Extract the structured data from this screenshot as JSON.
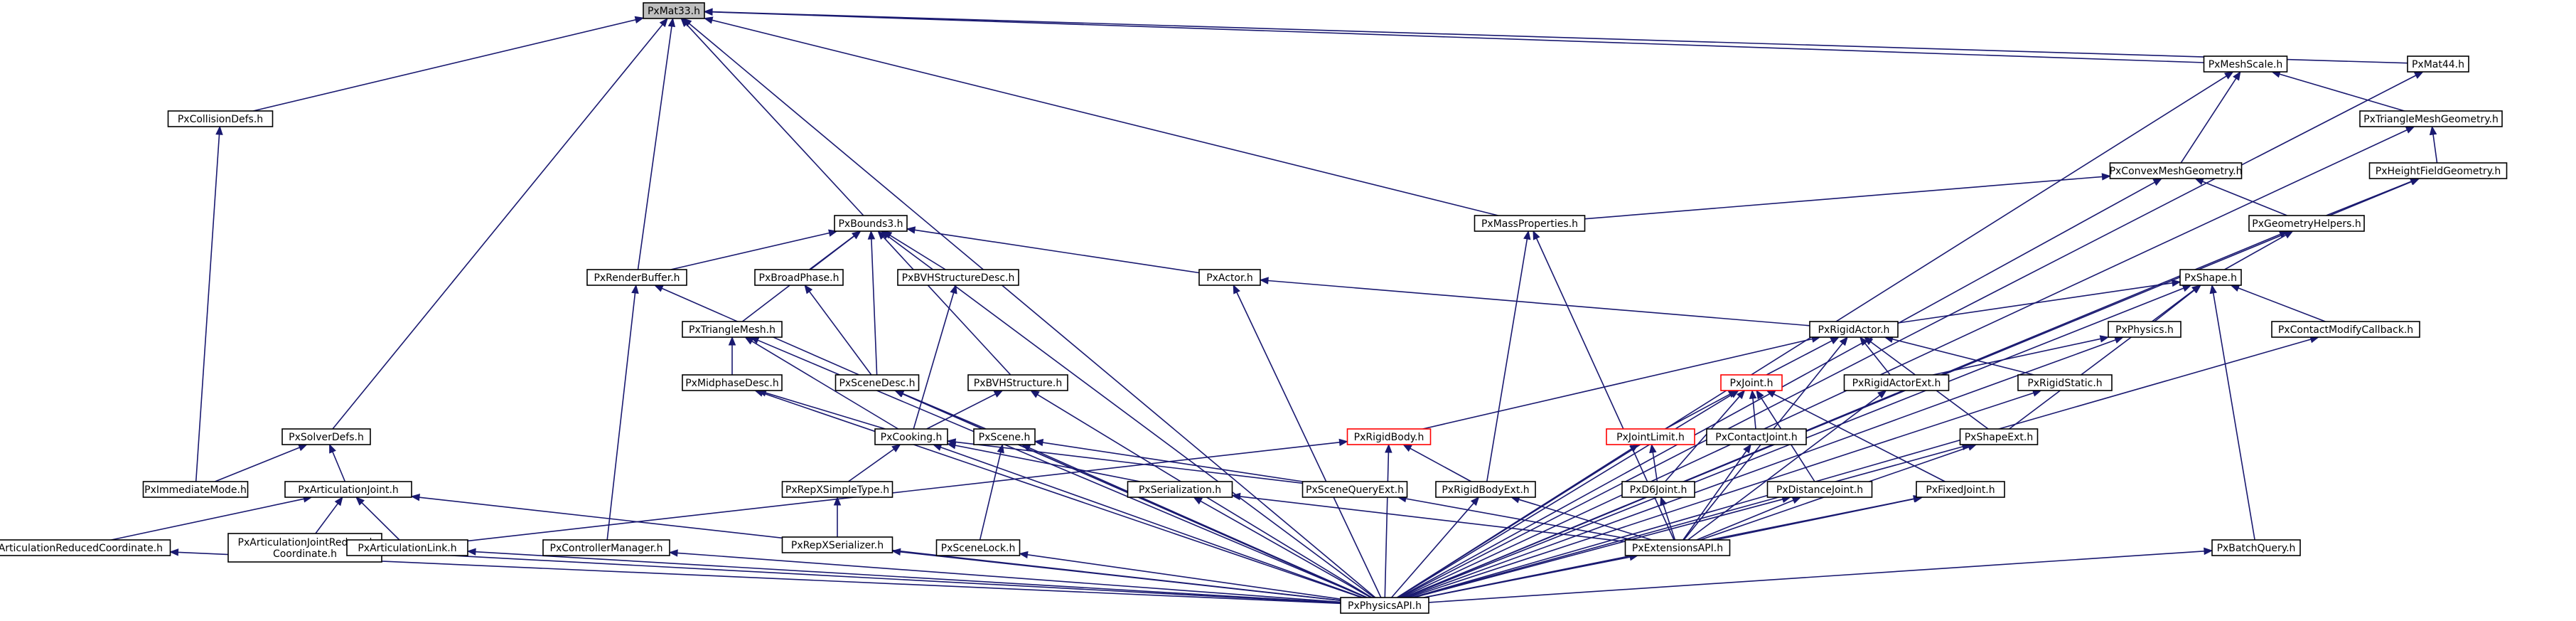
{
  "graph": {
    "nodes": [
      {
        "id": "pxmat33",
        "lines": [
          "PxMat33.h"
        ],
        "root": true
      },
      {
        "id": "pxmeshscale",
        "lines": [
          "PxMeshScale.h"
        ]
      },
      {
        "id": "pxmat44",
        "lines": [
          "PxMat44.h"
        ]
      },
      {
        "id": "pxcollisiondefs",
        "lines": [
          "PxCollisionDefs.h"
        ]
      },
      {
        "id": "pxtrianglemeshgeometry",
        "lines": [
          "PxTriangleMeshGeometry.h"
        ]
      },
      {
        "id": "pxconvexmeshgeometry",
        "lines": [
          "PxConvexMeshGeometry.h"
        ]
      },
      {
        "id": "pxheightfieldgeometry",
        "lines": [
          "PxHeightFieldGeometry.h"
        ]
      },
      {
        "id": "pxbounds3",
        "lines": [
          "PxBounds3.h"
        ]
      },
      {
        "id": "pxmassproperties",
        "lines": [
          "PxMassProperties.h"
        ]
      },
      {
        "id": "pxgeometryhelpers",
        "lines": [
          "PxGeometryHelpers.h"
        ]
      },
      {
        "id": "pxrenderbuffer",
        "lines": [
          "PxRenderBuffer.h"
        ]
      },
      {
        "id": "pxbroadphase",
        "lines": [
          "PxBroadPhase.h"
        ]
      },
      {
        "id": "pxbvhstructuredesc",
        "lines": [
          "PxBVHStructureDesc.h"
        ]
      },
      {
        "id": "pxactor",
        "lines": [
          "PxActor.h"
        ]
      },
      {
        "id": "pxshape",
        "lines": [
          "PxShape.h"
        ]
      },
      {
        "id": "pxtrianglemesh",
        "lines": [
          "PxTriangleMesh.h"
        ]
      },
      {
        "id": "pxrigidactor",
        "lines": [
          "PxRigidActor.h"
        ]
      },
      {
        "id": "pxphysics",
        "lines": [
          "PxPhysics.h"
        ]
      },
      {
        "id": "pxcontactmodifycallback",
        "lines": [
          "PxContactModifyCallback.h"
        ]
      },
      {
        "id": "pxmidphasedesc",
        "lines": [
          "PxMidphaseDesc.h"
        ]
      },
      {
        "id": "pxscenedesc",
        "lines": [
          "PxSceneDesc.h"
        ]
      },
      {
        "id": "pxbvhstructure",
        "lines": [
          "PxBVHStructure.h"
        ]
      },
      {
        "id": "pxjoint",
        "lines": [
          "PxJoint.h"
        ],
        "red": true
      },
      {
        "id": "pxrigidactorext",
        "lines": [
          "PxRigidActorExt.h"
        ]
      },
      {
        "id": "pxrigidstatic",
        "lines": [
          "PxRigidStatic.h"
        ]
      },
      {
        "id": "pxsolverdefs",
        "lines": [
          "PxSolverDefs.h"
        ]
      },
      {
        "id": "pxcooking",
        "lines": [
          "PxCooking.h"
        ]
      },
      {
        "id": "pxscene",
        "lines": [
          "PxScene.h"
        ]
      },
      {
        "id": "pxrigidbody",
        "lines": [
          "PxRigidBody.h"
        ],
        "red": true
      },
      {
        "id": "pxjointlimit",
        "lines": [
          "PxJointLimit.h"
        ],
        "red": true
      },
      {
        "id": "pxcontactjoint",
        "lines": [
          "PxContactJoint.h"
        ]
      },
      {
        "id": "pxshapeext",
        "lines": [
          "PxShapeExt.h"
        ]
      },
      {
        "id": "pximmediatemode",
        "lines": [
          "PxImmediateMode.h"
        ]
      },
      {
        "id": "pxarticulationjoint",
        "lines": [
          "PxArticulationJoint.h"
        ]
      },
      {
        "id": "pxrepxsimpletype",
        "lines": [
          "PxRepXSimpleType.h"
        ]
      },
      {
        "id": "pxserialization",
        "lines": [
          "PxSerialization.h"
        ]
      },
      {
        "id": "pxscenequeryext",
        "lines": [
          "PxSceneQueryExt.h"
        ]
      },
      {
        "id": "pxrigidbodyext",
        "lines": [
          "PxRigidBodyExt.h"
        ]
      },
      {
        "id": "pxd6joint",
        "lines": [
          "PxD6Joint.h"
        ]
      },
      {
        "id": "pxdistancejoint",
        "lines": [
          "PxDistanceJoint.h"
        ]
      },
      {
        "id": "pxfixedjoint",
        "lines": [
          "PxFixedJoint.h"
        ]
      },
      {
        "id": "pxrepxserializer",
        "lines": [
          "PxRepXSerializer.h"
        ]
      },
      {
        "id": "pxarticulationreducedcoordinate",
        "lines": [
          "PxArticulationReducedCoordinate.h"
        ]
      },
      {
        "id": "pxarticulationjointreducedcoordinate",
        "lines": [
          "PxArticulationJointReduced",
          "Coordinate.h"
        ]
      },
      {
        "id": "pxarticulationlink",
        "lines": [
          "PxArticulationLink.h"
        ]
      },
      {
        "id": "pxcontrollermanager",
        "lines": [
          "PxControllerManager.h"
        ]
      },
      {
        "id": "pxscenelock",
        "lines": [
          "PxSceneLock.h"
        ]
      },
      {
        "id": "pxextensionsapi",
        "lines": [
          "PxExtensionsAPI.h"
        ]
      },
      {
        "id": "pxbatchquery",
        "lines": [
          "PxBatchQuery.h"
        ]
      },
      {
        "id": "pxphysicsapi",
        "lines": [
          "PxPhysicsAPI.h"
        ]
      }
    ],
    "edges": [
      [
        "pxmeshscale",
        "pxmat33"
      ],
      [
        "pxmat44",
        "pxmat33"
      ],
      [
        "pxcollisiondefs",
        "pxmat33"
      ],
      [
        "pxbounds3",
        "pxmat33"
      ],
      [
        "pxmassproperties",
        "pxmat33"
      ],
      [
        "pxrenderbuffer",
        "pxmat33"
      ],
      [
        "pxsolverdefs",
        "pxmat33"
      ],
      [
        "pxphysicsapi",
        "pxmat33"
      ],
      [
        "pxtrianglemeshgeometry",
        "pxmeshscale"
      ],
      [
        "pxconvexmeshgeometry",
        "pxmeshscale"
      ],
      [
        "pxphysicsapi",
        "pxmeshscale"
      ],
      [
        "pxphysicsapi",
        "pxmat44"
      ],
      [
        "pximmediatemode",
        "pxcollisiondefs"
      ],
      [
        "pxheightfieldgeometry",
        "pxtrianglemeshgeometry"
      ],
      [
        "pxphysicsapi",
        "pxtrianglemeshgeometry"
      ],
      [
        "pxgeometryhelpers",
        "pxheightfieldgeometry"
      ],
      [
        "pxphysicsapi",
        "pxheightfieldgeometry"
      ],
      [
        "pxmassproperties",
        "pxconvexmeshgeometry"
      ],
      [
        "pxgeometryhelpers",
        "pxconvexmeshgeometry"
      ],
      [
        "pxphysicsapi",
        "pxconvexmeshgeometry"
      ],
      [
        "pxshape",
        "pxgeometryhelpers"
      ],
      [
        "pxphysicsapi",
        "pxgeometryhelpers"
      ],
      [
        "pxrigidbodyext",
        "pxmassproperties"
      ],
      [
        "pxextensionsapi",
        "pxmassproperties"
      ],
      [
        "pxrenderbuffer",
        "pxbounds3"
      ],
      [
        "pxbroadphase",
        "pxbounds3"
      ],
      [
        "pxbvhstructuredesc",
        "pxbounds3"
      ],
      [
        "pxactor",
        "pxbounds3"
      ],
      [
        "pxtrianglemesh",
        "pxbounds3"
      ],
      [
        "pxscenedesc",
        "pxbounds3"
      ],
      [
        "pxbvhstructure",
        "pxbounds3"
      ],
      [
        "pxphysicsapi",
        "pxbounds3"
      ],
      [
        "pxcontrollermanager",
        "pxrenderbuffer"
      ],
      [
        "pxphysicsapi",
        "pxrenderbuffer"
      ],
      [
        "pxscenedesc",
        "pxbroadphase"
      ],
      [
        "pxcooking",
        "pxbvhstructuredesc"
      ],
      [
        "pxrigidactor",
        "pxactor"
      ],
      [
        "pxphysicsapi",
        "pxactor"
      ],
      [
        "pxmidphasedesc",
        "pxtrianglemesh"
      ],
      [
        "pxcooking",
        "pxtrianglemesh"
      ],
      [
        "pxphysicsapi",
        "pxtrianglemesh"
      ],
      [
        "pxcooking",
        "pxmidphasedesc"
      ],
      [
        "pxphysicsapi",
        "pxmidphasedesc"
      ],
      [
        "pxscene",
        "pxscenedesc"
      ],
      [
        "pxphysicsapi",
        "pxscenedesc"
      ],
      [
        "pxcooking",
        "pxbvhstructure"
      ],
      [
        "pxphysicsapi",
        "pxbvhstructure"
      ],
      [
        "pxrigidactor",
        "pxshape"
      ],
      [
        "pxphysics",
        "pxshape"
      ],
      [
        "pxcontactmodifycallback",
        "pxshape"
      ],
      [
        "pxshapeext",
        "pxshape"
      ],
      [
        "pxbatchquery",
        "pxshape"
      ],
      [
        "pxphysicsapi",
        "pxshape"
      ],
      [
        "pxrigidactorext",
        "pxphysics"
      ],
      [
        "pxphysicsapi",
        "pxphysics"
      ],
      [
        "pxphysicsapi",
        "pxcontactmodifycallback"
      ],
      [
        "pxrigidbody",
        "pxrigidactor"
      ],
      [
        "pxjoint",
        "pxrigidactor"
      ],
      [
        "pxrigidactorext",
        "pxrigidactor"
      ],
      [
        "pxrigidstatic",
        "pxrigidactor"
      ],
      [
        "pxshapeext",
        "pxrigidactor"
      ],
      [
        "pxextensionsapi",
        "pxrigidactor"
      ],
      [
        "pxjointlimit",
        "pxjoint"
      ],
      [
        "pxcontactjoint",
        "pxjoint"
      ],
      [
        "pxd6joint",
        "pxjoint"
      ],
      [
        "pxdistancejoint",
        "pxjoint"
      ],
      [
        "pxfixedjoint",
        "pxjoint"
      ],
      [
        "pxphysicsapi",
        "pxjoint"
      ],
      [
        "pxextensionsapi",
        "pxrigidactorext"
      ],
      [
        "pxphysicsapi",
        "pxrigidstatic"
      ],
      [
        "pximmediatemode",
        "pxsolverdefs"
      ],
      [
        "pxarticulationjoint",
        "pxsolverdefs"
      ],
      [
        "pxscenequeryext",
        "pxcooking"
      ],
      [
        "pxserialization",
        "pxcooking"
      ],
      [
        "pxrepxsimpletype",
        "pxcooking"
      ],
      [
        "pxphysicsapi",
        "pxcooking"
      ],
      [
        "pxscenequeryext",
        "pxscene"
      ],
      [
        "pxscenelock",
        "pxscene"
      ],
      [
        "pxphysicsapi",
        "pxscene"
      ],
      [
        "pxarticulationlink",
        "pxrigidbody"
      ],
      [
        "pxrigidbodyext",
        "pxrigidbody"
      ],
      [
        "pxphysicsapi",
        "pxrigidbody"
      ],
      [
        "pxd6joint",
        "pxjointlimit"
      ],
      [
        "pxphysicsapi",
        "pxjointlimit"
      ],
      [
        "pxextensionsapi",
        "pxcontactjoint"
      ],
      [
        "pxextensionsapi",
        "pxshapeext"
      ],
      [
        "pxphysicsapi",
        "pxshapeext"
      ],
      [
        "pxarticulationreducedcoordinate",
        "pxarticulationjoint"
      ],
      [
        "pxarticulationjointreducedcoordinate",
        "pxarticulationjoint"
      ],
      [
        "pxarticulationlink",
        "pxarticulationjoint"
      ],
      [
        "pxphysicsapi",
        "pxarticulationjoint"
      ],
      [
        "pxrepxserializer",
        "pxrepxsimpletype"
      ],
      [
        "pxextensionsapi",
        "pxserialization"
      ],
      [
        "pxphysicsapi",
        "pxserialization"
      ],
      [
        "pxextensionsapi",
        "pxscenequeryext"
      ],
      [
        "pxextensionsapi",
        "pxrigidbodyext"
      ],
      [
        "pxphysicsapi",
        "pxrigidbodyext"
      ],
      [
        "pxextensionsapi",
        "pxd6joint"
      ],
      [
        "pxextensionsapi",
        "pxdistancejoint"
      ],
      [
        "pxphysicsapi",
        "pxdistancejoint"
      ],
      [
        "pxextensionsapi",
        "pxfixedjoint"
      ],
      [
        "pxphysicsapi",
        "pxfixedjoint"
      ],
      [
        "pxphysicsapi",
        "pxrepxserializer"
      ],
      [
        "pxphysicsapi",
        "pxarticulationreducedcoordinate"
      ],
      [
        "pxphysicsapi",
        "pxarticulationjointreducedcoordinate"
      ],
      [
        "pxphysicsapi",
        "pxarticulationlink"
      ],
      [
        "pxphysicsapi",
        "pxcontrollermanager"
      ],
      [
        "pxphysicsapi",
        "pxscenelock"
      ],
      [
        "pxphysicsapi",
        "pxextensionsapi"
      ],
      [
        "pxphysicsapi",
        "pxbatchquery"
      ]
    ]
  }
}
